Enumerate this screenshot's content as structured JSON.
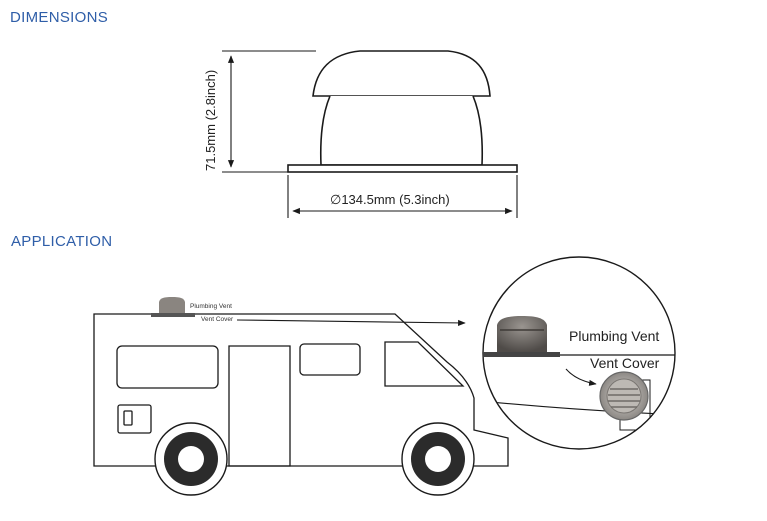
{
  "sections": {
    "dimensions_title": "DIMENSIONS",
    "application_title": "APPLICATION"
  },
  "dimensions": {
    "height_label": "71.5mm (2.8inch)",
    "diameter_label": "∅134.5mm (5.3inch)"
  },
  "application": {
    "rv_label_vent": "Plumbing Vent",
    "rv_label_cover": "Vent Cover",
    "callout_vent": "Plumbing Vent",
    "callout_cover": "Vent Cover"
  },
  "colors": {
    "title": "#2f5ea8",
    "line": "#1a1a1a",
    "vent_dark": "#6e6a66"
  }
}
